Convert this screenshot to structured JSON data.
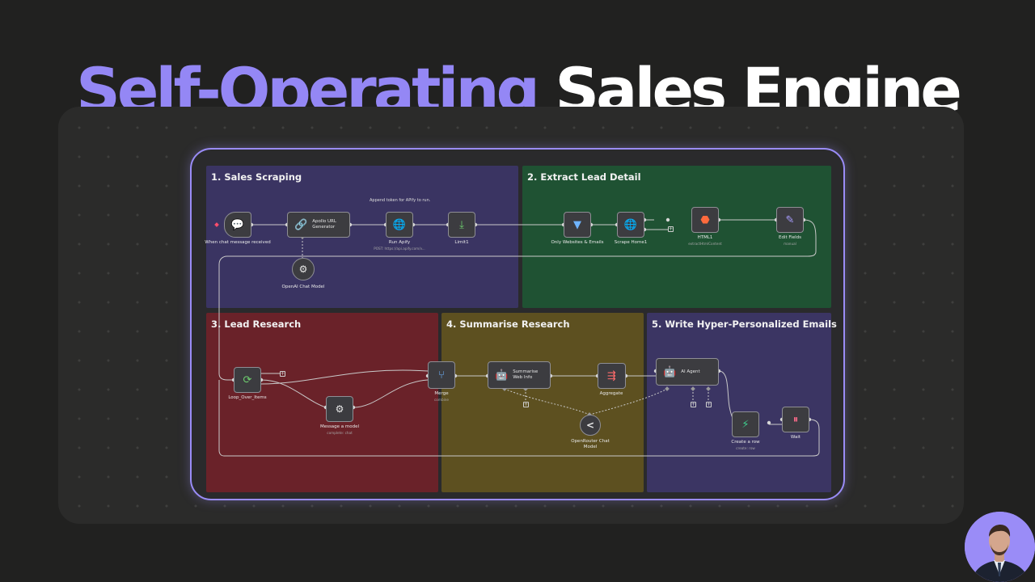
{
  "headline": {
    "accent": "Self-Operating",
    "rest": "Sales Engine"
  },
  "colors": {
    "accent": "#9487f5",
    "frame": "#9a8cf7",
    "background": "#212120"
  },
  "sections": [
    {
      "title": "1. Sales Scraping",
      "color": "#3a3462"
    },
    {
      "title": "2. Extract Lead Detail",
      "color": "#1f5233"
    },
    {
      "title": "3. Lead Research",
      "color": "#6a2229"
    },
    {
      "title": "4. Summarise Research",
      "color": "#5d5020"
    },
    {
      "title": "5. Write Hyper-Personalized Emails",
      "color": "#3b3563"
    }
  ],
  "notes": {
    "apify": "Append token for APify to run."
  },
  "nodes": {
    "chat_trigger": {
      "label": "When chat message received",
      "icon": "chat-icon"
    },
    "apollo": {
      "title": "Apollo URL Generator",
      "icon": "link-icon"
    },
    "run_apify": {
      "label": "Run Apify",
      "sub": "POST: https://api.apify.com/v...",
      "icon": "globe-icon"
    },
    "limit": {
      "label": "Limit1",
      "icon": "limit-icon"
    },
    "openai": {
      "label": "OpenAI Chat Model",
      "icon": "openai-icon"
    },
    "filter": {
      "label": "Only Websites & Emails",
      "icon": "filter-icon"
    },
    "scrape": {
      "label": "Scrape Home1",
      "icon": "globe-icon"
    },
    "html": {
      "label": "HTML1",
      "sub": "extractHtmlContent",
      "icon": "html5-icon"
    },
    "edit": {
      "label": "Edit Fields",
      "sub": "manual",
      "icon": "pencil-icon"
    },
    "loop": {
      "label": "Loop_Over_Items",
      "icon": "loop-icon"
    },
    "message": {
      "label": "Message a model",
      "sub": "complete: chat",
      "icon": "openai-icon"
    },
    "merge": {
      "label": "Merge",
      "sub": "combine",
      "icon": "merge-icon"
    },
    "summarise": {
      "title": "Summarise Web Info",
      "icon": "robot-icon"
    },
    "aggregate": {
      "label": "Aggregate",
      "icon": "aggregate-icon"
    },
    "openrouter": {
      "label": "OpenRouter Chat Model",
      "icon": "openrouter-icon"
    },
    "ai_agent": {
      "title": "AI Agent",
      "icon": "robot-icon"
    },
    "create_row": {
      "label": "Create a row",
      "sub": "create: row",
      "icon": "supabase-icon"
    },
    "wait": {
      "label": "Wait",
      "icon": "pause-icon"
    }
  }
}
